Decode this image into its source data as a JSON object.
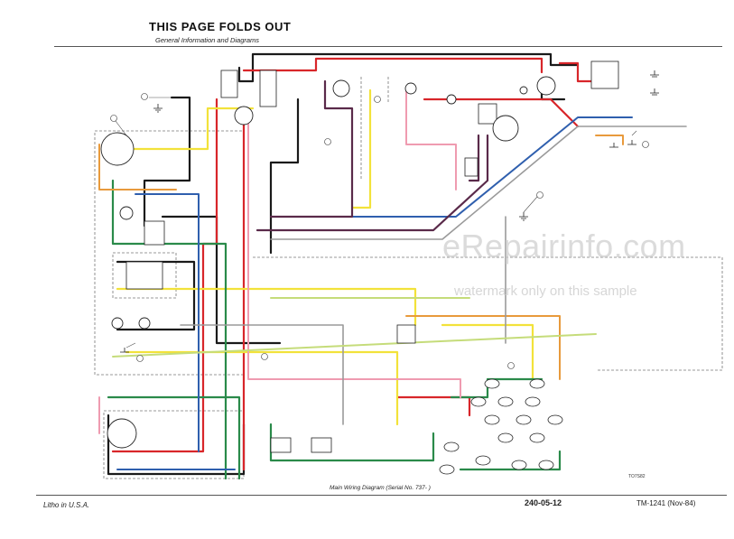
{
  "header": {
    "title": "THIS PAGE FOLDS OUT",
    "subtitle": "General Information and Diagrams"
  },
  "diagram": {
    "caption": "Main Wiring Diagram (Serial No. 737-     )",
    "part_code": "TO7S82"
  },
  "footer": {
    "litho": "Litho in U.S.A.",
    "page_number": "240-05-12",
    "manual_ref": "TM-1241 (Nov-84)"
  },
  "watermark": {
    "site": "eRepairinfo.com",
    "note": "watermark only on this sample"
  },
  "colors": {
    "red": "#d8262a",
    "black": "#1a1a1a",
    "yellow": "#f2e23a",
    "green": "#2a8a4a",
    "blue": "#2f5fae",
    "orange": "#e89a3c",
    "pink": "#ef9bb0",
    "purple": "#5a2a4a",
    "brown": "#7a4a2a",
    "gray": "#9a9a9a",
    "lightgreen": "#b8d88a",
    "tan": "#c9a46a"
  }
}
